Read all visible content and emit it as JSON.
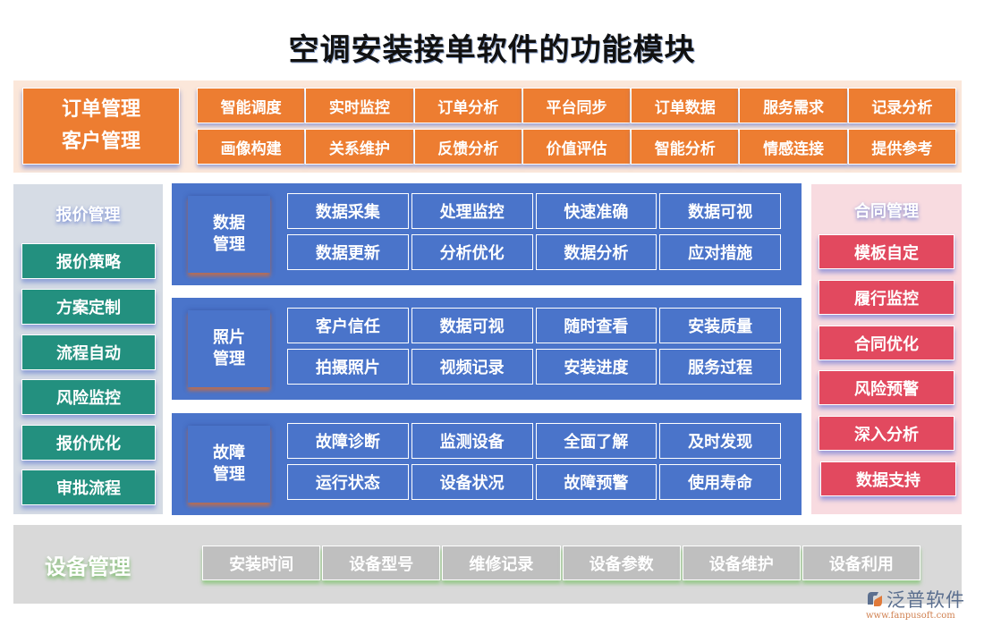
{
  "title": "空调安装接单软件的功能模块",
  "top_section": {
    "main_labels": [
      "订单管理",
      "客户管理"
    ],
    "row1": [
      "智能调度",
      "实时监控",
      "订单分析",
      "平台同步",
      "订单数据",
      "服务需求",
      "记录分析"
    ],
    "row2": [
      "画像构建",
      "关系维护",
      "反馈分析",
      "价值评估",
      "智能分析",
      "情感连接",
      "提供参考"
    ],
    "color": "#ed7d31"
  },
  "left_panel": {
    "title": "报价管理",
    "items": [
      "报价策略",
      "方案定制",
      "流程自动",
      "风险监控",
      "报价优化",
      "审批流程"
    ],
    "color": "#23907f"
  },
  "middle_blocks": [
    {
      "label": [
        "数据",
        "管理"
      ],
      "row1": [
        "数据采集",
        "处理监控",
        "快速准确",
        "数据可视"
      ],
      "row2": [
        "数据更新",
        "分析优化",
        "数据分析",
        "应对措施"
      ]
    },
    {
      "label": [
        "照片",
        "管理"
      ],
      "row1": [
        "客户信任",
        "数据可视",
        "随时查看",
        "安装质量"
      ],
      "row2": [
        "拍摄照片",
        "视频记录",
        "安装进度",
        "服务过程"
      ]
    },
    {
      "label": [
        "故障",
        "管理"
      ],
      "row1": [
        "故障诊断",
        "监测设备",
        "全面了解",
        "及时发现"
      ],
      "row2": [
        "运行状态",
        "设备状况",
        "故障预警",
        "使用寿命"
      ]
    }
  ],
  "right_panel": {
    "title": "合同管理",
    "items": [
      "模板自定",
      "履行监控",
      "合同优化",
      "风险预警",
      "深入分析",
      "数据支持"
    ],
    "color": "#e2495f"
  },
  "bottom_section": {
    "label": "设备管理",
    "items": [
      "安装时间",
      "设备型号",
      "维修记录",
      "设备参数",
      "设备维护",
      "设备利用"
    ],
    "color": "#bfbfbf"
  },
  "logo": {
    "icon": "fanpu-logo-icon",
    "name": "泛普软件",
    "url": "www.fanpusoft.com"
  }
}
